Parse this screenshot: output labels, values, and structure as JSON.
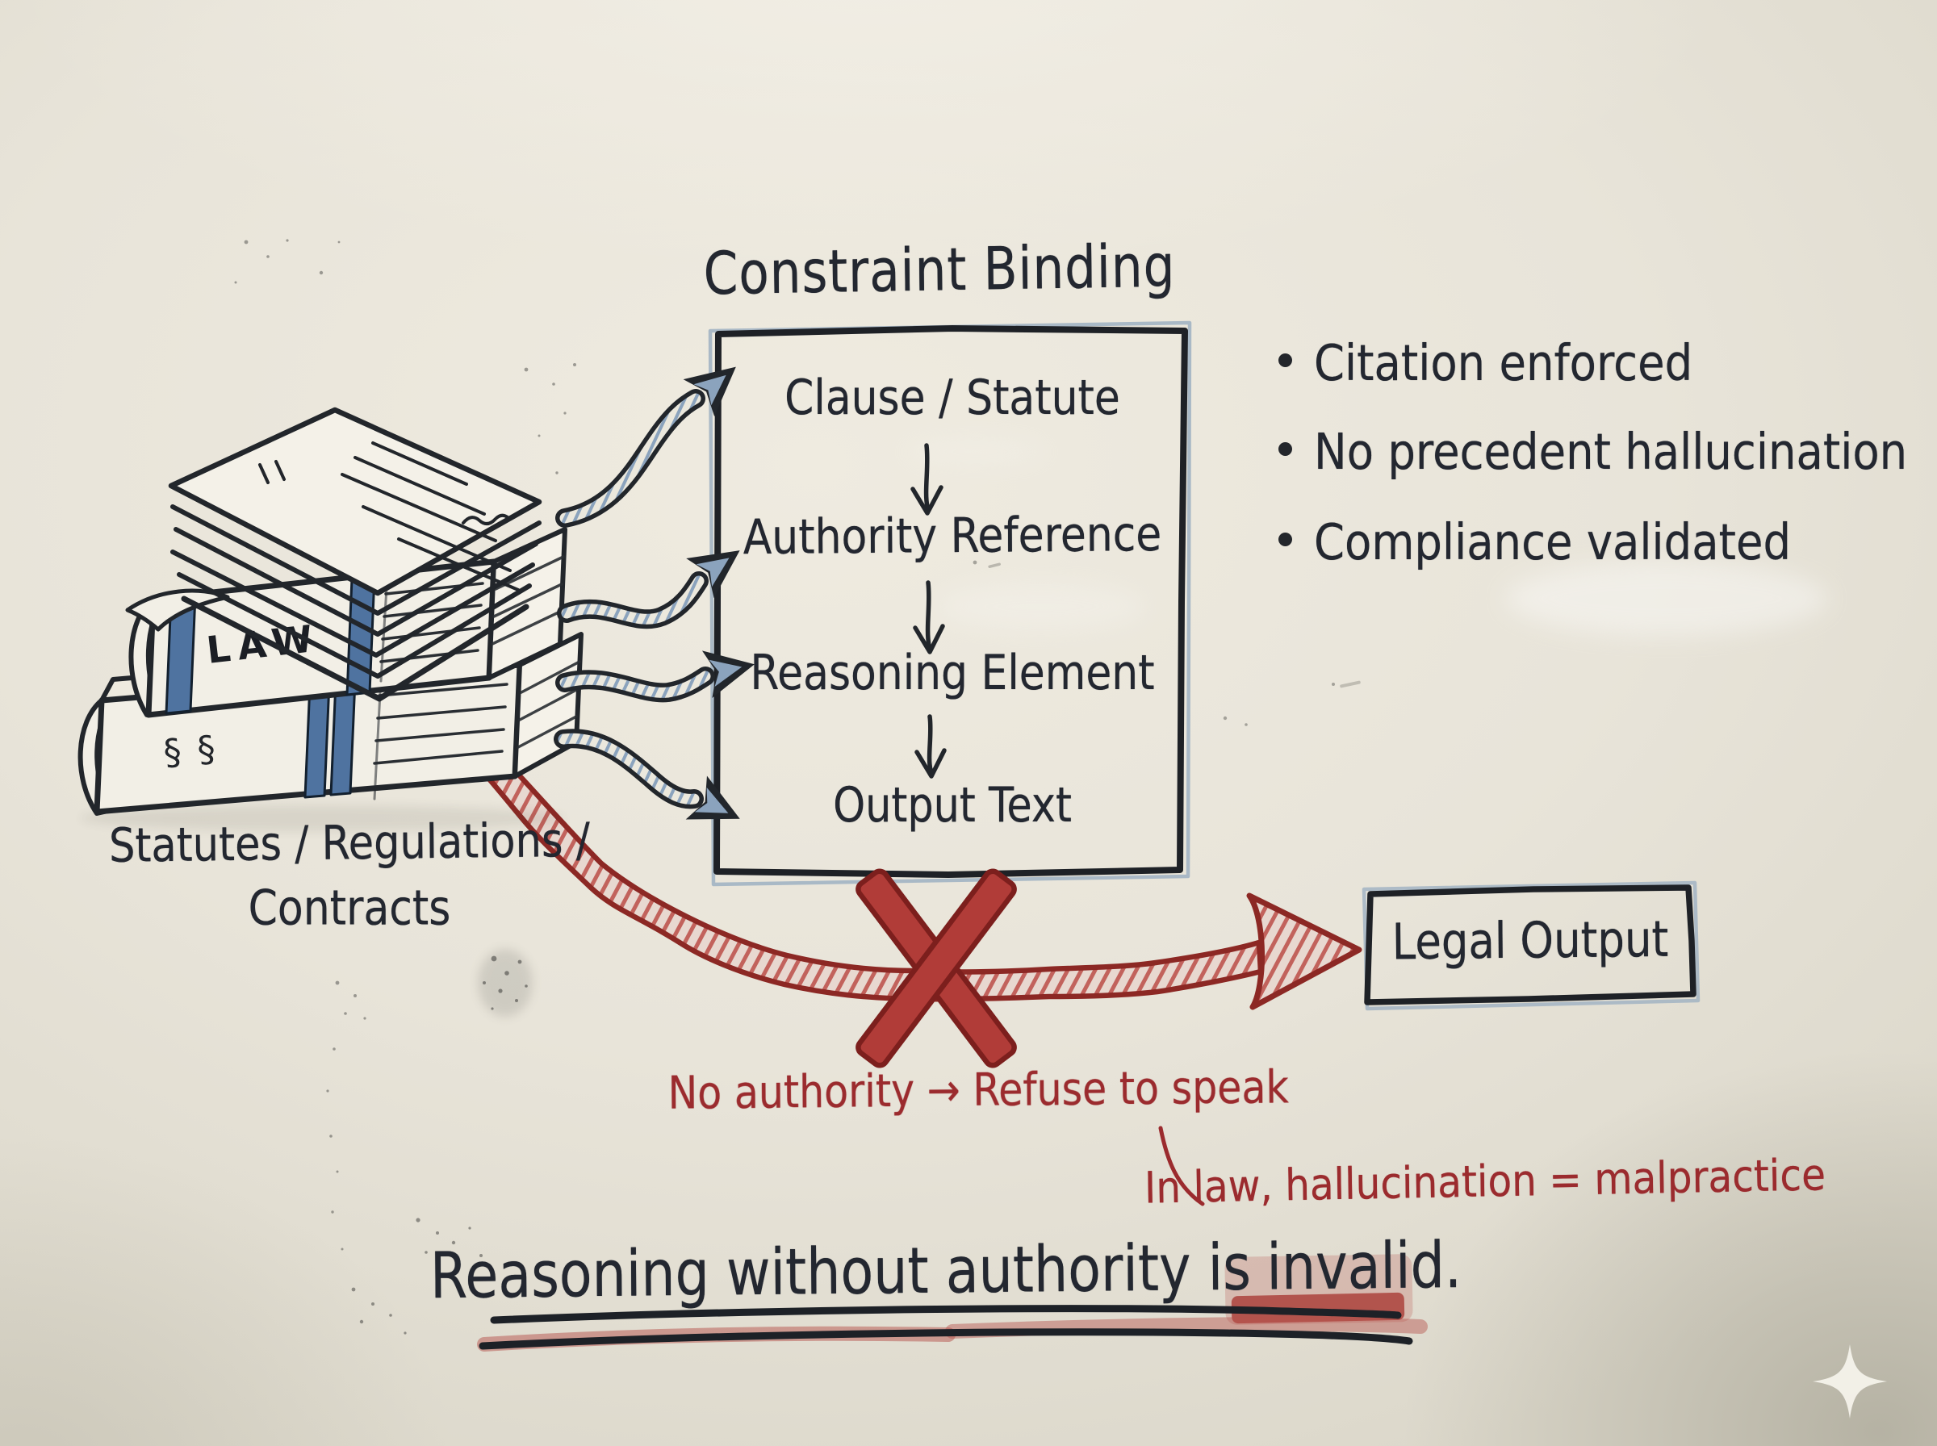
{
  "source_stack": {
    "caption_line1": "Statutes / Regulations /",
    "caption_line2": "Contracts",
    "book_top_spine": "LAW",
    "book_bottom_spine": "§ §"
  },
  "binding_box": {
    "title": "Constraint Binding",
    "steps": [
      "Clause / Statute",
      "Authority Reference",
      "Reasoning Element",
      "Output Text"
    ]
  },
  "guarantees": [
    "Citation enforced",
    "No precedent hallucination",
    "Compliance validated"
  ],
  "output_box": {
    "label": "Legal Output"
  },
  "failure_path": {
    "rule": "No authority → Refuse to speak",
    "note": "In law, hallucination = malpractice"
  },
  "tagline": {
    "lead": "Reasoning without authority is",
    "emphasis": "invalid",
    "period": "."
  },
  "colors": {
    "ink": "#22262b",
    "red": "#9b2b2e",
    "red_fill": "#b13c38",
    "blue": "#7f9ab5",
    "paper": "#f2efe6"
  }
}
